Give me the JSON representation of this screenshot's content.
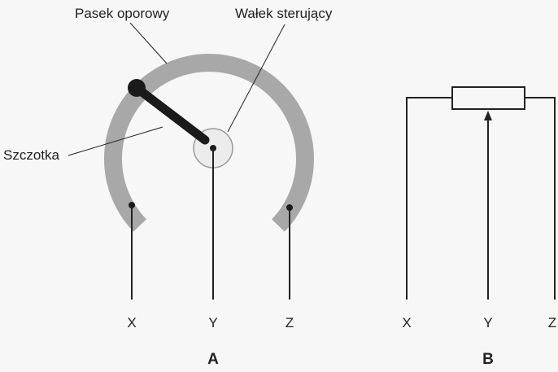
{
  "diagram_a": {
    "labels": {
      "resistive_strip": "Pasek oporowy",
      "control_shaft": "Wałek sterujący",
      "wiper": "Szczotka"
    },
    "terminals": [
      "X",
      "Y",
      "Z"
    ],
    "panel_label": "A"
  },
  "diagram_b": {
    "terminals": [
      "X",
      "Y",
      "Z"
    ],
    "panel_label": "B"
  },
  "colors": {
    "background": "#f7f7f7",
    "strip": "#a8a8a8",
    "wiper": "#1a1a1a",
    "shaft_fill": "#ececec",
    "line": "#222222"
  }
}
